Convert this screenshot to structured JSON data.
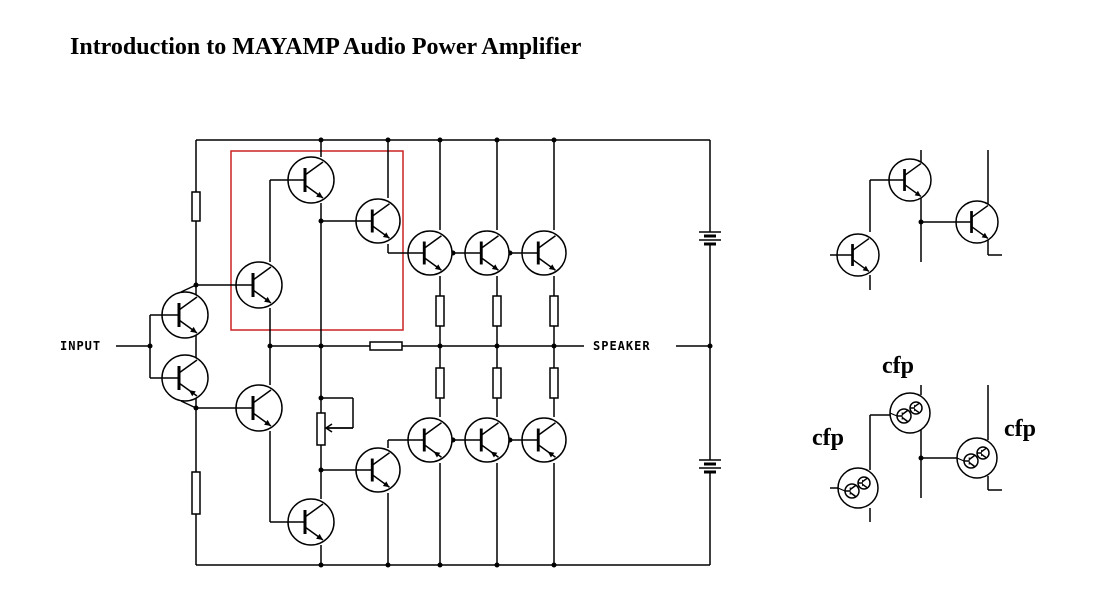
{
  "title": "Introduction to MAYAMP Audio Power Amplifier",
  "labels": {
    "input": "INPUT",
    "speaker": "SPEAKER",
    "cfp": [
      "cfp",
      "cfp",
      "cfp"
    ]
  },
  "colors": {
    "wire": "#000000",
    "highlight_box": "#cc2222"
  }
}
